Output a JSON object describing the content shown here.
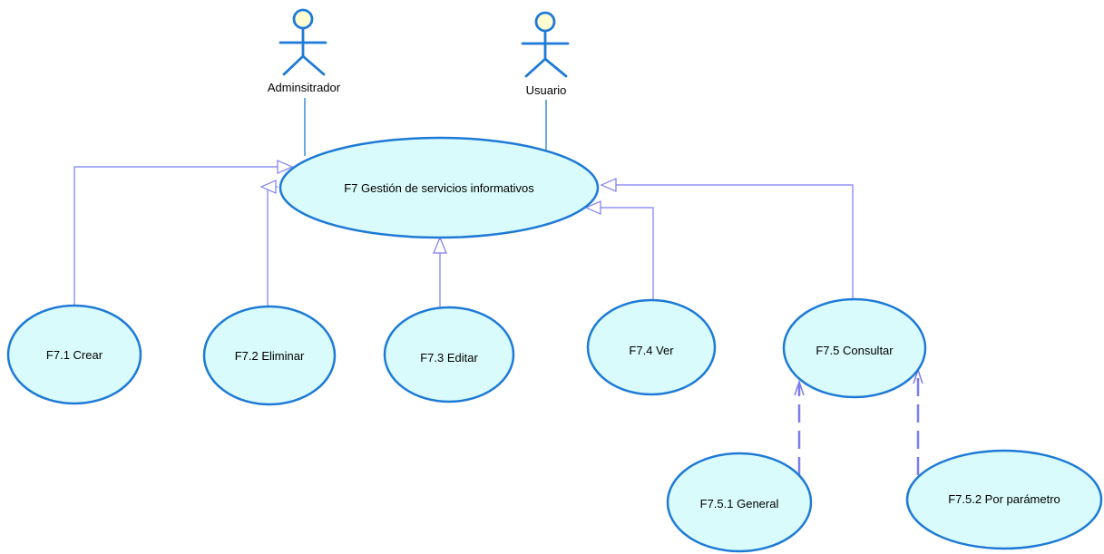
{
  "colors": {
    "usecase_fill": "#d9fbfb",
    "usecase_stroke": "#1e7ad6",
    "actor_stroke": "#1e7ad6",
    "actor_head_fill": "#ffffd2",
    "generalization_stroke": "#7c7cf0",
    "association_stroke": "#1e7ad6"
  },
  "actors": {
    "admin": {
      "label": "Adminsitrador",
      "icon": "stick-figure-icon"
    },
    "user": {
      "label": "Usuario",
      "icon": "stick-figure-icon"
    }
  },
  "usecases": {
    "main": "F7 Gestión de servicios informativos",
    "crear": "F7.1 Crear",
    "eliminar": "F7.2 Eliminar",
    "editar": "F7.3 Editar",
    "ver": "F7.4 Ver",
    "consultar": "F7.5 Consultar",
    "general": "F7.5.1 General",
    "parametro": "F7.5.2 Por parámetro"
  }
}
